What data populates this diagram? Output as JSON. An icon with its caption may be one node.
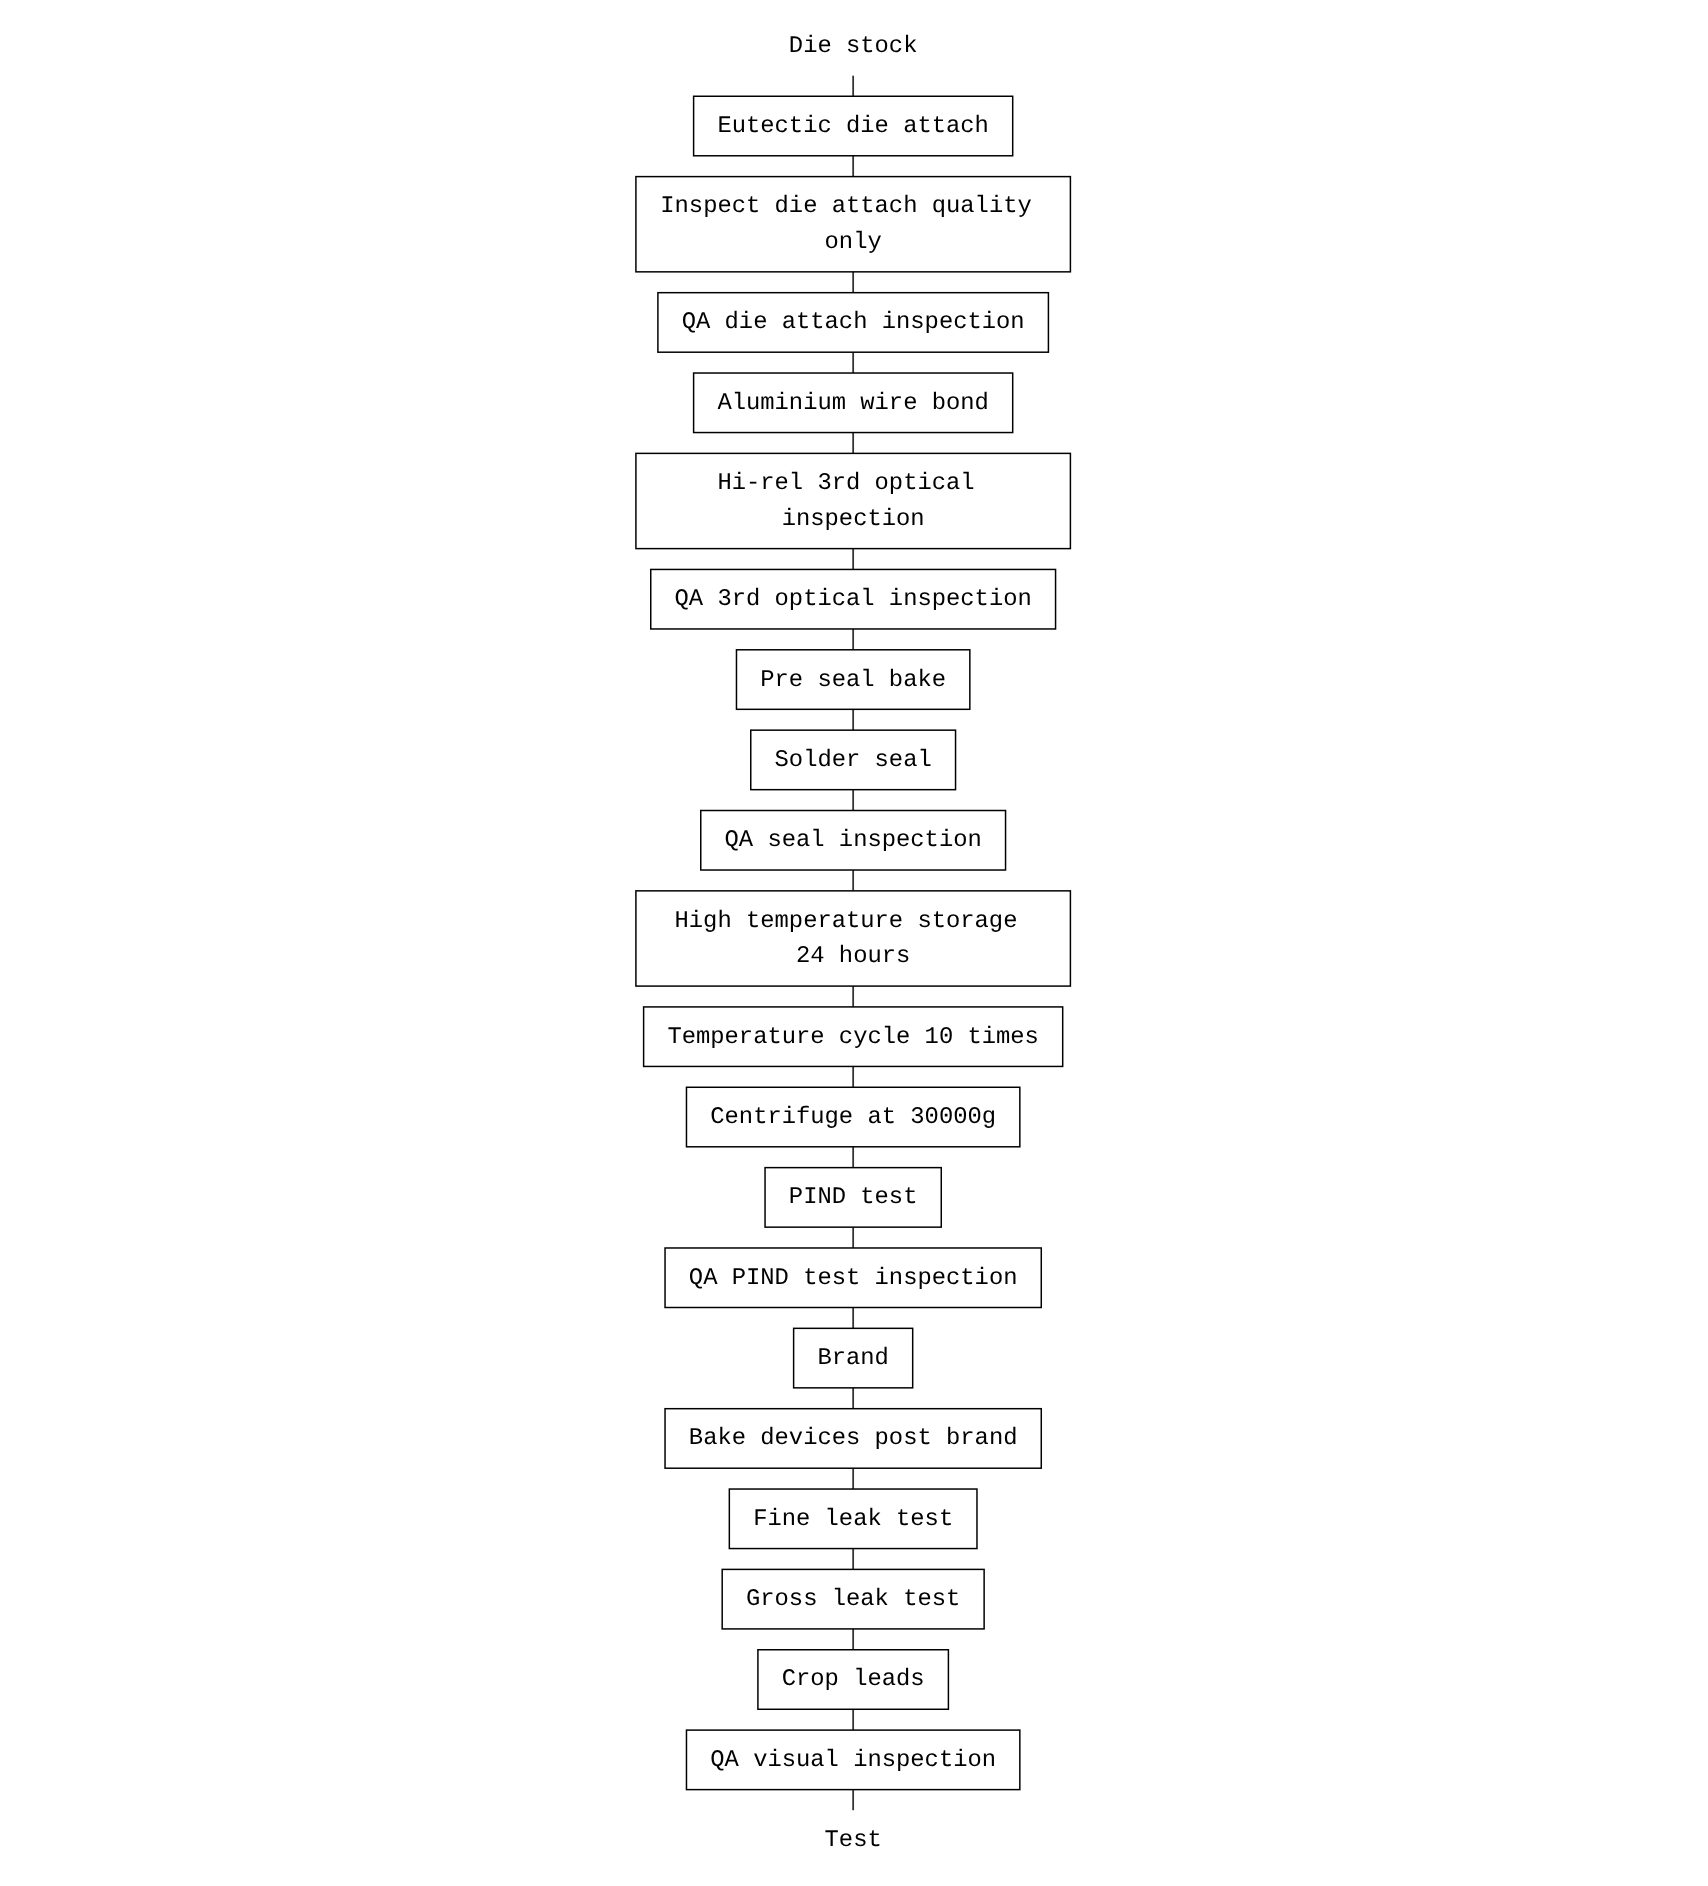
{
  "diagram": {
    "nodes": [
      {
        "text": [
          "Die stock"
        ]
      },
      {
        "text": [
          "Eutectic die attach"
        ]
      },
      {
        "text": [
          "Inspect die attach quality only"
        ]
      },
      {
        "text": [
          "QA die attach inspection"
        ]
      },
      {
        "text": [
          "Aluminium wire bond"
        ]
      },
      {
        "text": [
          "Hi-rel 3rd optical inspection"
        ]
      },
      {
        "text": [
          "QA 3rd optical inspection"
        ]
      },
      {
        "text": [
          "Pre seal bake"
        ]
      },
      {
        "text": [
          "Solder seal"
        ]
      },
      {
        "text": [
          "QA seal inspection"
        ]
      },
      {
        "text": [
          "High temperature storage 24 hours"
        ]
      },
      {
        "text": [
          "Temperature cycle 10 times"
        ]
      },
      {
        "text": [
          "Centrifuge at 30000g"
        ]
      },
      {
        "text": [
          "PIND test"
        ]
      },
      {
        "text": [
          "QA PIND test inspection"
        ]
      },
      {
        "text": [
          "Brand"
        ]
      },
      {
        "text": [
          "Bake devices post brand"
        ]
      },
      {
        "text": [
          "Fine leak test"
        ]
      },
      {
        "text": [
          "Gross leak test"
        ]
      },
      {
        "text": [
          "Crop leads"
        ]
      },
      {
        "text": [
          "QA visual inspection"
        ]
      },
      {
        "text": [
          "Test"
        ]
      }
    ],
    "edges": [
      {
        "from": 0,
        "to": 1,
        "arrow": "none"
      },
      {
        "from": 1,
        "to": 2,
        "arrow": "none"
      },
      {
        "from": 2,
        "to": 3,
        "arrow": "none"
      },
      {
        "from": 3,
        "to": 4,
        "arrow": "none"
      },
      {
        "from": 4,
        "to": 5,
        "arrow": "none"
      },
      {
        "from": 5,
        "to": 6,
        "arrow": "none"
      },
      {
        "from": 6,
        "to": 7,
        "arrow": "none"
      },
      {
        "from": 7,
        "to": 8,
        "arrow": "none"
      },
      {
        "from": 8,
        "to": 9,
        "arrow": "none"
      },
      {
        "from": 9,
        "to": 10,
        "arrow": "none"
      },
      {
        "from": 10,
        "to": 11,
        "arrow": "none"
      },
      {
        "from": 11,
        "to": 12,
        "arrow": "none"
      },
      {
        "from": 12,
        "to": 13,
        "arrow": "none"
      },
      {
        "from": 13,
        "to": 14,
        "arrow": "none"
      },
      {
        "from": 14,
        "to": 15,
        "arrow": "none"
      },
      {
        "from": 15,
        "to": 16,
        "arrow": "none"
      },
      {
        "from": 16,
        "to": 17,
        "arrow": "none"
      },
      {
        "from": 17,
        "to": 18,
        "arrow": "none"
      },
      {
        "from": 18,
        "to": 19,
        "arrow": "none"
      },
      {
        "from": 19,
        "to": 20,
        "arrow": "none"
      },
      {
        "from": 20,
        "to": 21,
        "arrow": "none"
      }
    ]
  }
}
